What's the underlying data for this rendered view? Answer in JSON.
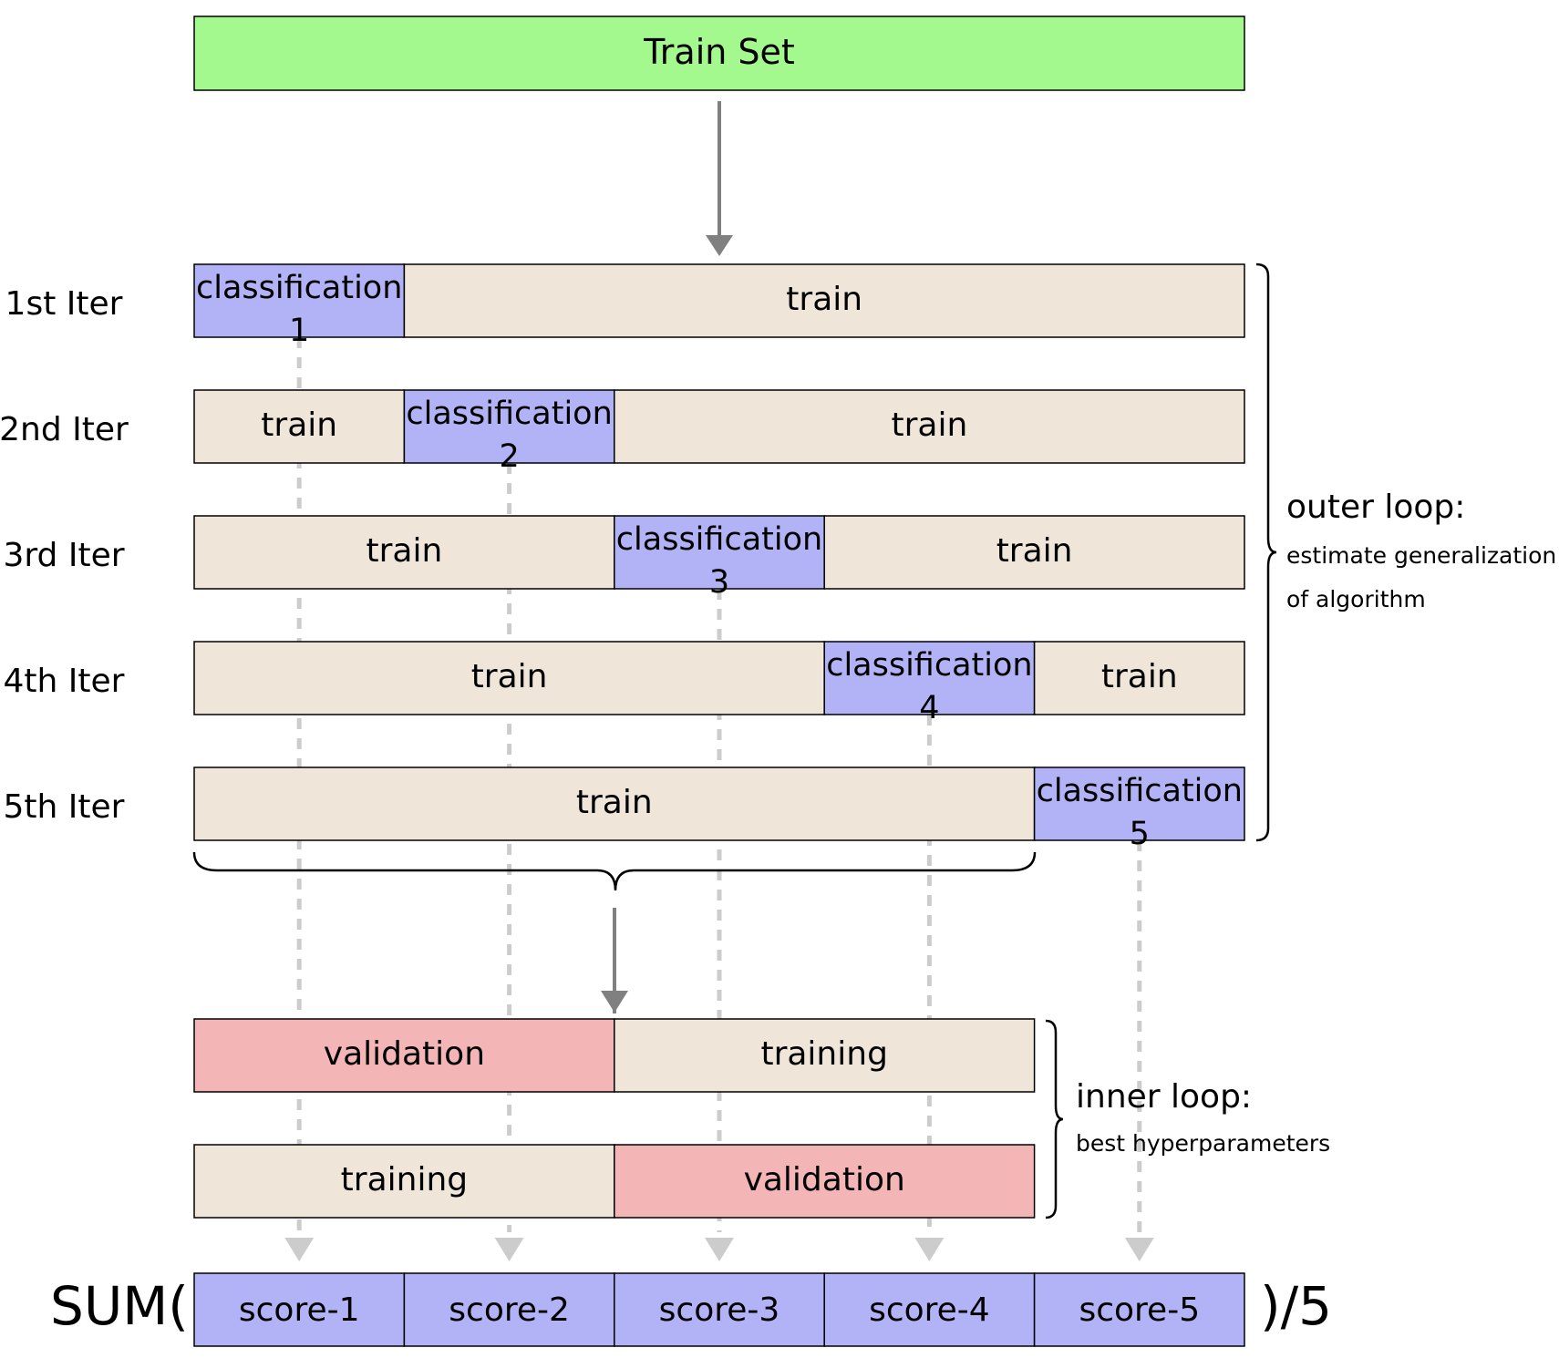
{
  "train_set": {
    "label": "Train Set",
    "color": "#a3f98e"
  },
  "colors": {
    "train": "#efe5d9",
    "classification": "#b2b3f7",
    "validation": "#f3b5b5",
    "score": "#b2b3f7",
    "arrow": "#808080",
    "dashed": "#cccccc"
  },
  "outer_iterations": [
    {
      "label": "1st Iter",
      "segments": [
        {
          "text": [
            "classification",
            "1"
          ],
          "type": "classification",
          "fold_start": 0,
          "fold_span": 1
        },
        {
          "text": [
            "train"
          ],
          "type": "train",
          "fold_start": 1,
          "fold_span": 4
        }
      ]
    },
    {
      "label": "2nd Iter",
      "segments": [
        {
          "text": [
            "train"
          ],
          "type": "train",
          "fold_start": 0,
          "fold_span": 1
        },
        {
          "text": [
            "classification",
            "2"
          ],
          "type": "classification",
          "fold_start": 1,
          "fold_span": 1
        },
        {
          "text": [
            "train"
          ],
          "type": "train",
          "fold_start": 2,
          "fold_span": 3
        }
      ]
    },
    {
      "label": "3rd Iter",
      "segments": [
        {
          "text": [
            "train"
          ],
          "type": "train",
          "fold_start": 0,
          "fold_span": 2
        },
        {
          "text": [
            "classification",
            "3"
          ],
          "type": "classification",
          "fold_start": 2,
          "fold_span": 1
        },
        {
          "text": [
            "train"
          ],
          "type": "train",
          "fold_start": 3,
          "fold_span": 2
        }
      ]
    },
    {
      "label": "4th Iter",
      "segments": [
        {
          "text": [
            "train"
          ],
          "type": "train",
          "fold_start": 0,
          "fold_span": 3
        },
        {
          "text": [
            "classification",
            "4"
          ],
          "type": "classification",
          "fold_start": 3,
          "fold_span": 1
        },
        {
          "text": [
            "train"
          ],
          "type": "train",
          "fold_start": 4,
          "fold_span": 1
        }
      ]
    },
    {
      "label": "5th Iter",
      "segments": [
        {
          "text": [
            "train"
          ],
          "type": "train",
          "fold_start": 0,
          "fold_span": 4
        },
        {
          "text": [
            "classification",
            "5"
          ],
          "type": "classification",
          "fold_start": 4,
          "fold_span": 1
        }
      ]
    }
  ],
  "outer_loop": {
    "title": "outer loop:",
    "desc_lines": [
      "estimate generalization",
      "of algorithm"
    ]
  },
  "inner_rows": [
    {
      "segments": [
        {
          "text": "validation",
          "type": "validation",
          "fold_start": 0,
          "fold_span": 2
        },
        {
          "text": "training",
          "type": "train",
          "fold_start": 2,
          "fold_span": 2
        }
      ]
    },
    {
      "segments": [
        {
          "text": "training",
          "type": "train",
          "fold_start": 0,
          "fold_span": 2
        },
        {
          "text": "validation",
          "type": "validation",
          "fold_start": 2,
          "fold_span": 2
        }
      ]
    }
  ],
  "inner_loop": {
    "title": "inner loop:",
    "desc": "best hyperparameters"
  },
  "sum": {
    "prefix": "SUM(",
    "suffix": ")/5",
    "scores": [
      "score-1",
      "score-2",
      "score-3",
      "score-4",
      "score-5"
    ]
  }
}
